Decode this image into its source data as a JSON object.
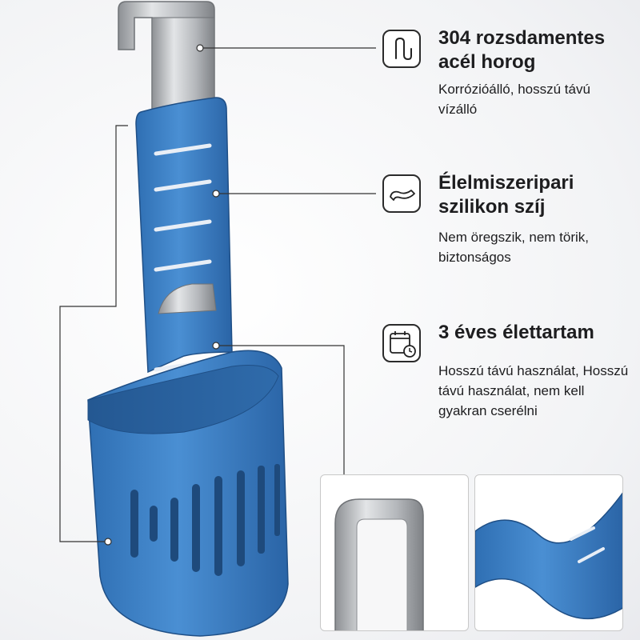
{
  "features": [
    {
      "title": "304 rozsdamentes acél horog",
      "desc": "Korrózióálló, hosszú távú vízálló",
      "icon": "hook-icon"
    },
    {
      "title": "Élelmiszeripari szilikon szíj",
      "desc": "Nem öregszik, nem törik, biztonságos",
      "icon": "silicone-strap-icon"
    },
    {
      "title": "3 éves élettartam",
      "desc": "Hosszú távú használat, Hosszú távú használat, nem kell gyakran cserélni",
      "icon": "calendar-clock-icon"
    }
  ],
  "colors": {
    "silicone_blue": "#3a7fc4",
    "steel": "#b9bcc0",
    "text": "#1d1d1f"
  }
}
